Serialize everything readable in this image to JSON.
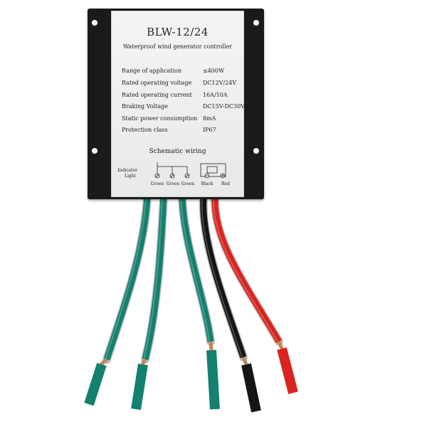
{
  "device": {
    "model": "BLW-12/24",
    "subtitle": "Waterproof wind generator controller",
    "specs": [
      {
        "label": "Range of application",
        "value": "≤400W"
      },
      {
        "label": "Rated operating voltage",
        "value": "DC12V/24V"
      },
      {
        "label": "Rated operating current",
        "value": "16A/10A"
      },
      {
        "label": "Braking Voltage",
        "value": "DC15V-DC30V"
      },
      {
        "label": "Static power consumption",
        "value": "8mA"
      },
      {
        "label": "Protection class",
        "value": "IP67"
      }
    ],
    "schematic": {
      "title": "Schematic wiring",
      "indicator_label_line1": "Indicator",
      "indicator_label_line2": "Light",
      "terminals": [
        "Green",
        "Green",
        "Green",
        "Black",
        "Red"
      ]
    }
  },
  "colors": {
    "housing": "#1a1a1a",
    "label": "#eeeeee",
    "green_wire": "#14806e",
    "black_wire": "#151515",
    "red_wire": "#d9241f",
    "copper": "#c7825a"
  }
}
